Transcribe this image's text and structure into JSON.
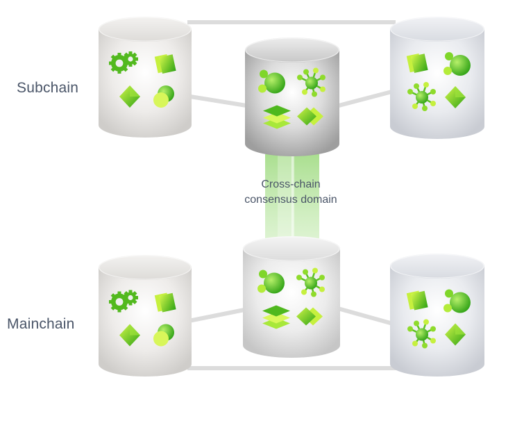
{
  "labels": {
    "subchain": "Subchain",
    "mainchain": "Mainchain",
    "cross_chain_line1": "Cross-chain",
    "cross_chain_line2": "consensus domain"
  },
  "colors": {
    "green_light": "#c8f542",
    "green_mid": "#7ed321",
    "green_dark": "#3aa617",
    "link_gray": "#dcdcdc",
    "label_text": "#4a5568",
    "beam": "#a6e08a"
  },
  "nodes": [
    {
      "id": "sub-left",
      "tone": "warm",
      "icons": [
        "gears-icon",
        "cards-icon",
        "diamond-icon",
        "circles-icon"
      ]
    },
    {
      "id": "sub-mid",
      "tone": "dark",
      "icons": [
        "bubbles-icon",
        "network-icon",
        "layers-icon",
        "double-diamond-icon"
      ]
    },
    {
      "id": "sub-right",
      "tone": "cool",
      "icons": [
        "cards-icon",
        "bubbles-icon",
        "network-icon",
        "diamond-icon"
      ]
    },
    {
      "id": "main-left",
      "tone": "warm",
      "icons": [
        "gears-icon",
        "cards-icon",
        "diamond-icon",
        "circles-icon"
      ]
    },
    {
      "id": "main-mid",
      "tone": "light",
      "icons": [
        "bubbles-icon",
        "network-icon",
        "layers-icon",
        "double-diamond-icon"
      ]
    },
    {
      "id": "main-right",
      "tone": "cool",
      "icons": [
        "cards-icon",
        "bubbles-icon",
        "network-icon",
        "diamond-icon"
      ]
    }
  ]
}
